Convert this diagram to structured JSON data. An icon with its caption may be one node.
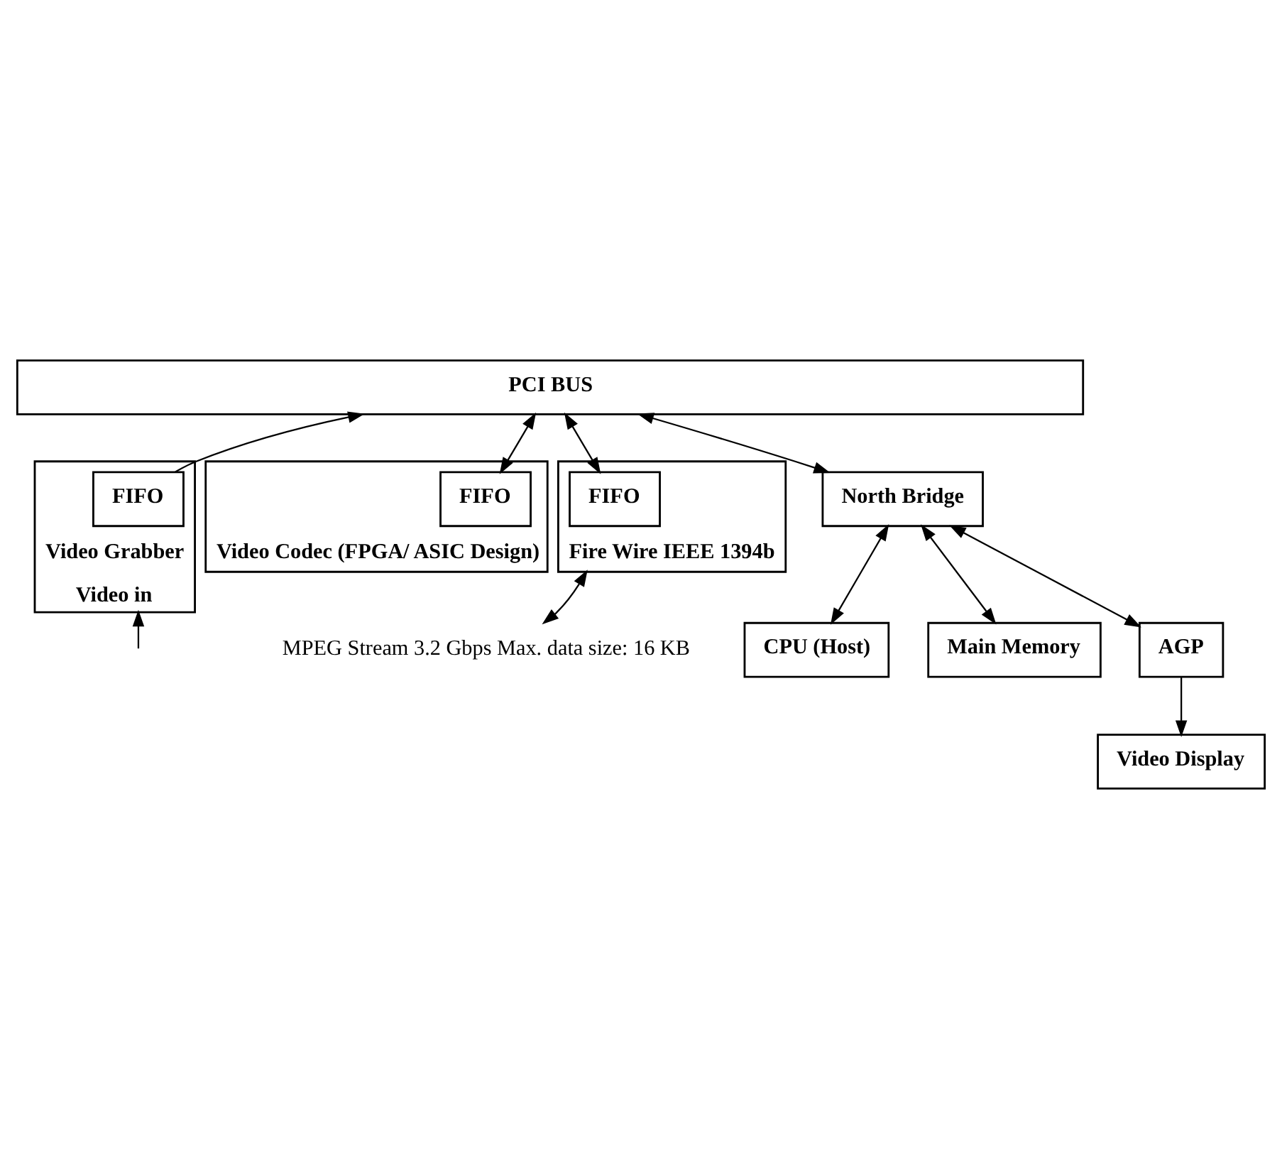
{
  "diagram": {
    "nodes": [
      {
        "text": [
          "PCI BUS"
        ]
      },
      {
        "text": [
          "Video Grabber",
          "Video in"
        ]
      },
      {
        "text": [
          "FIFO"
        ],
        "in": 1
      },
      {
        "text": [
          "Video Codec (FPGA/ ASIC Design)"
        ]
      },
      {
        "text": [
          "FIFO"
        ],
        "in": 3
      },
      {
        "text": [
          "Fire Wire IEEE 1394b"
        ]
      },
      {
        "text": [
          "FIFO"
        ],
        "in": 5
      },
      {
        "text": [
          "MPEG Stream 3.2 Gbps Max. data size: 16 KB"
        ]
      },
      {
        "text": [
          "North Bridge"
        ]
      },
      {
        "text": [
          "CPU (Host)"
        ]
      },
      {
        "text": [
          "Main Memory"
        ]
      },
      {
        "text": [
          "AGP"
        ]
      },
      {
        "text": [
          "Video Display"
        ]
      }
    ],
    "edges": [
      {
        "from": 2,
        "to": 0,
        "arrow": "to"
      },
      {
        "from": 4,
        "to": 0,
        "arrow": "both"
      },
      {
        "from": 6,
        "to": 0,
        "arrow": "both"
      },
      {
        "from": 8,
        "to": 0,
        "arrow": "both"
      },
      {
        "from": 8,
        "to": 9,
        "arrow": "both"
      },
      {
        "from": 8,
        "to": 10,
        "arrow": "both"
      },
      {
        "from": 8,
        "to": 11,
        "arrow": "both"
      },
      {
        "from": null,
        "to": 1,
        "arrow": "to"
      },
      {
        "from": 5,
        "to": 7,
        "arrow": "both"
      },
      {
        "from": 11,
        "to": 12,
        "arrow": "to"
      }
    ]
  }
}
